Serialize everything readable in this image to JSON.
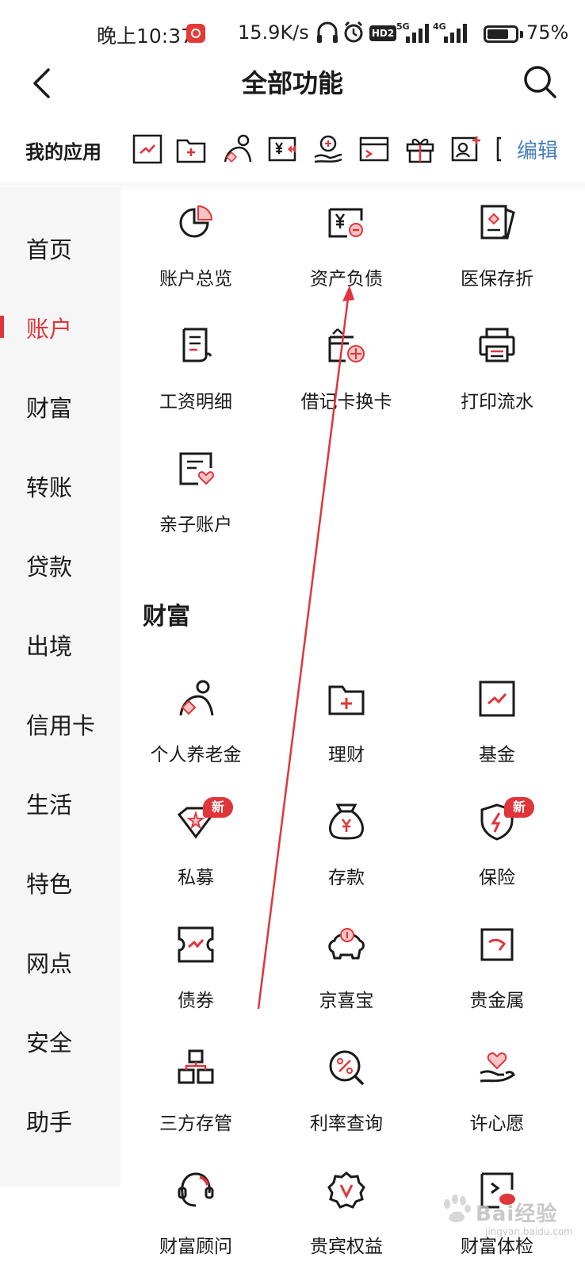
{
  "status_bar": {
    "time": "晚上10:37",
    "net_speed": "15.9K/s",
    "hd_label": "HD2",
    "net_5g": "5G",
    "net_4g": "4G",
    "battery_percent": "75%",
    "battery_level": 0.75
  },
  "header": {
    "title": "全部功能"
  },
  "my_apps": {
    "label": "我的应用",
    "edit_label": "编辑",
    "icons": [
      "fund-chart-icon",
      "wealth-folder-icon",
      "pension-person-icon",
      "bond-yuan-icon",
      "deposit-hand-icon",
      "card-icon",
      "gift-icon",
      "add-contact-icon"
    ]
  },
  "sidebar": {
    "items": [
      {
        "label": "首页"
      },
      {
        "label": "账户",
        "active": true
      },
      {
        "label": "财富"
      },
      {
        "label": "转账"
      },
      {
        "label": "贷款"
      },
      {
        "label": "出境"
      },
      {
        "label": "信用卡"
      },
      {
        "label": "生活"
      },
      {
        "label": "特色"
      },
      {
        "label": "网点"
      },
      {
        "label": "安全"
      },
      {
        "label": "助手"
      }
    ]
  },
  "account_section": {
    "items": [
      {
        "label": "账户总览",
        "icon": "pie-chart-icon"
      },
      {
        "label": "资产负债",
        "icon": "yuan-minus-icon"
      },
      {
        "label": "医保存折",
        "icon": "medical-book-icon"
      },
      {
        "label": "工资明细",
        "icon": "salary-doc-icon"
      },
      {
        "label": "借记卡换卡",
        "icon": "card-swap-icon"
      },
      {
        "label": "打印流水",
        "icon": "printer-icon"
      },
      {
        "label": "亲子账户",
        "icon": "family-heart-icon"
      }
    ]
  },
  "wealth_section": {
    "title": "财富",
    "badge_new": "新",
    "items": [
      {
        "label": "个人养老金",
        "icon": "pension-person-icon"
      },
      {
        "label": "理财",
        "icon": "wealth-folder-icon"
      },
      {
        "label": "基金",
        "icon": "fund-chart-icon"
      },
      {
        "label": "私募",
        "icon": "private-diamond-icon",
        "badge": "新"
      },
      {
        "label": "存款",
        "icon": "money-bag-icon"
      },
      {
        "label": "保险",
        "icon": "insurance-shield-icon",
        "badge": "新"
      },
      {
        "label": "债券",
        "icon": "bond-ticket-icon"
      },
      {
        "label": "京喜宝",
        "icon": "piggy-bank-icon"
      },
      {
        "label": "贵金属",
        "icon": "gold-bar-icon"
      },
      {
        "label": "三方存管",
        "icon": "custody-blocks-icon"
      },
      {
        "label": "利率查询",
        "icon": "rate-search-icon"
      },
      {
        "label": "许心愿",
        "icon": "wish-heart-hand-icon"
      },
      {
        "label": "财富顾问",
        "icon": "advisor-headset-icon"
      },
      {
        "label": "贵宾权益",
        "icon": "vip-badge-icon"
      },
      {
        "label": "财富体检",
        "icon": "wealth-checkup-icon"
      }
    ]
  },
  "watermark": {
    "text": "Bai经验",
    "sub": "jingyan.baidu.com"
  },
  "colors": {
    "accent": "#e0353a",
    "edit_link": "#4a7fc1",
    "sidebar_bg": "#f6f6f6",
    "icon_stroke": "#1a1a1a"
  }
}
